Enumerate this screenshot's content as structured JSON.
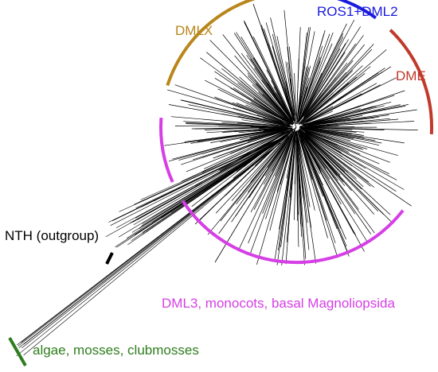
{
  "colors": {
    "branch": "#000000",
    "dmlx": "#b8861b",
    "ros1_dml2": "#1a1ae0",
    "dme": "#c0392b",
    "dml3": "#d63ee6",
    "nth": "#000000",
    "algae": "#2e7d1e"
  },
  "clades": {
    "dmlx": "DMLX",
    "ros1_dml2": "ROS1+DML2",
    "dme": "DME",
    "dml3": "DML3, monocots, basal Magnoliopsida",
    "nth": "NTH (outgroup)",
    "algae": "algae, mosses, clubmosses"
  }
}
